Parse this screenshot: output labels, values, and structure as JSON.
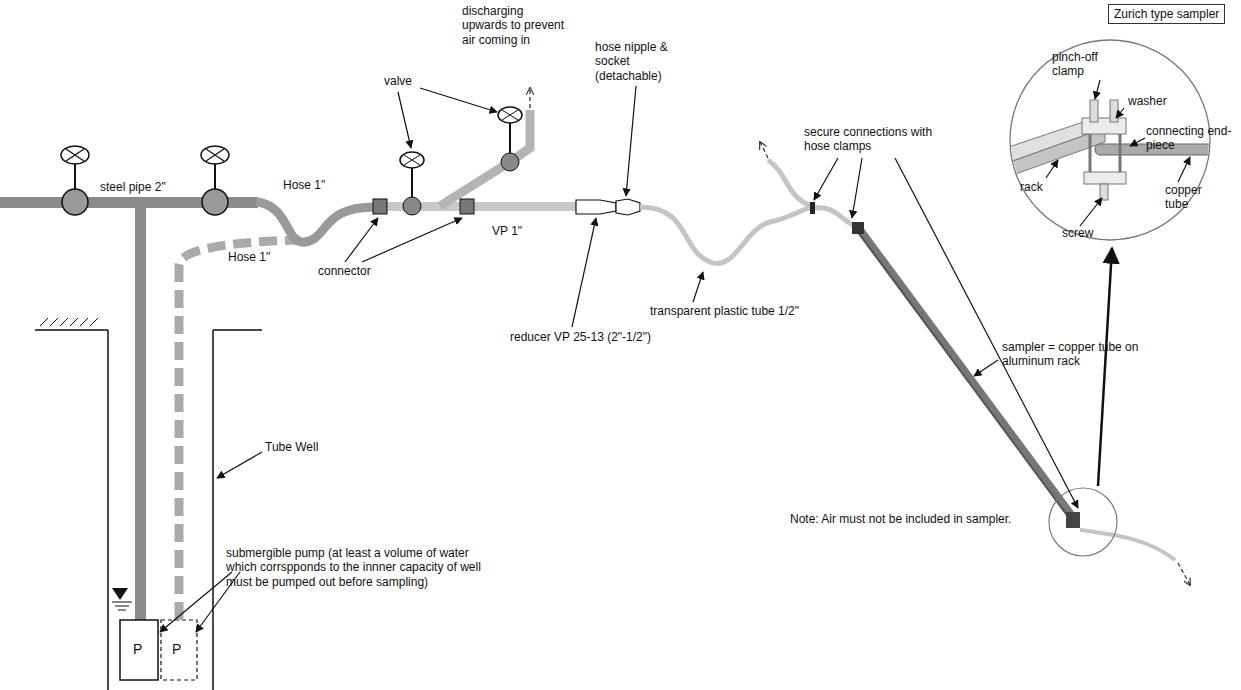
{
  "diagram": {
    "nodes": [
      {
        "text": [
          "Zurich type sampler"
        ]
      }
    ],
    "labels": [
      "discharging upwards to prevent air coming in",
      "valve",
      "steel pipe 2\"",
      "Hose 1\"",
      "hose nipple & socket (detachable)",
      "secure connections with hose clamps",
      "pinch-off clamp",
      "washer",
      "connecting end-piece",
      "rack",
      "copper tube",
      "screw",
      "connector",
      "VP 1\"",
      "Hose 1\"",
      "reducer VP 25-13 (2\"-1/2\")",
      "transparent plastic tube 1/2\"",
      "sampler = copper tube on aluminum rack",
      "Tube Well",
      "submergible pump (at least a volume of water which corrspponds to the innner capacity of well must be pumped out before sampling)",
      "P",
      "P",
      "Note: Air must not be included in sampler."
    ]
  }
}
